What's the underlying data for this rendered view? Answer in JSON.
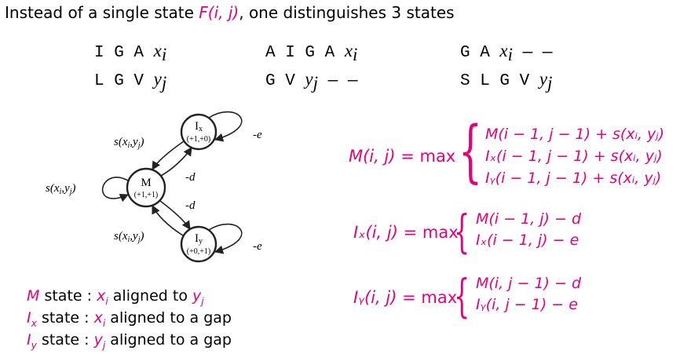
{
  "headline": {
    "prefix": "Instead of a single state ",
    "symbol": "F(i, j)",
    "suffix": ", one distinguishes 3 states"
  },
  "alignments": [
    {
      "top": "I G A",
      "top_var": "x",
      "top_sub": "i",
      "top_tail": "",
      "bottom": "L G V",
      "bottom_var": "y",
      "bottom_sub": "j",
      "bottom_tail": ""
    },
    {
      "top": "A I G A",
      "top_var": "x",
      "top_sub": "i",
      "top_tail": "",
      "bottom": "G V",
      "bottom_var": "y",
      "bottom_sub": "j",
      "bottom_tail": "— —"
    },
    {
      "top": "G A",
      "top_var": "x",
      "top_sub": "i",
      "top_tail": "— —",
      "bottom": "S L G V",
      "bottom_var": "y",
      "bottom_sub": "j",
      "bottom_tail": ""
    }
  ],
  "diagram": {
    "node_ix": {
      "label": "I",
      "sub": "x",
      "coords": "(+1,+0)"
    },
    "node_m": {
      "label": "M",
      "coords": "(+1,+1)"
    },
    "node_iy": {
      "label": "I",
      "sub": "y",
      "coords": "(+0,+1)"
    },
    "edge_s_top": "s(x",
    "edge_s_left": "s(x",
    "edge_s_bottom": "s(x",
    "edge_s_i": "i",
    "edge_s_mid": ",y",
    "edge_s_j": "j",
    "edge_s_close": ")",
    "edge_d_up": "-d",
    "edge_d_down": "-d",
    "edge_e_top": "-e",
    "edge_e_bottom": "-e"
  },
  "equations": {
    "m": {
      "lhs": "M(i, j) = ",
      "op": "max",
      "cases": [
        "M(i − 1, j − 1) + s(xᵢ, yⱼ)",
        "Iₓ(i − 1, j − 1) + s(xᵢ, yⱼ)",
        "Iᵧ(i − 1, j − 1) + s(xᵢ, yⱼ)"
      ]
    },
    "ix": {
      "lhs": "Iₓ(i, j) = ",
      "op": "max",
      "cases": [
        "M(i − 1, j) − d",
        "Iₓ(i − 1, j) − e"
      ]
    },
    "iy": {
      "lhs": "Iᵧ(i, j) = ",
      "op": "max",
      "cases": [
        "M(i, j − 1) − d",
        "Iᵧ(i, j − 1) − e"
      ]
    }
  },
  "legend": [
    {
      "state": "M",
      "state_sub": "",
      "text1": " state : ",
      "v1": "x",
      "v1_sub": "i",
      "text2": " aligned to ",
      "v2": "y",
      "v2_sub": "j",
      "text3": ""
    },
    {
      "state": "I",
      "state_sub": "x",
      "text1": " state : ",
      "v1": "x",
      "v1_sub": "i",
      "text2": " aligned to a gap",
      "v2": "",
      "v2_sub": "",
      "text3": ""
    },
    {
      "state": "I",
      "state_sub": "y",
      "text1": " state : ",
      "v1": "y",
      "v1_sub": "j",
      "text2": " aligned to a gap",
      "v2": "",
      "v2_sub": "",
      "text3": ""
    }
  ],
  "colors": {
    "accent": "#e6007e",
    "text": "#000000"
  }
}
